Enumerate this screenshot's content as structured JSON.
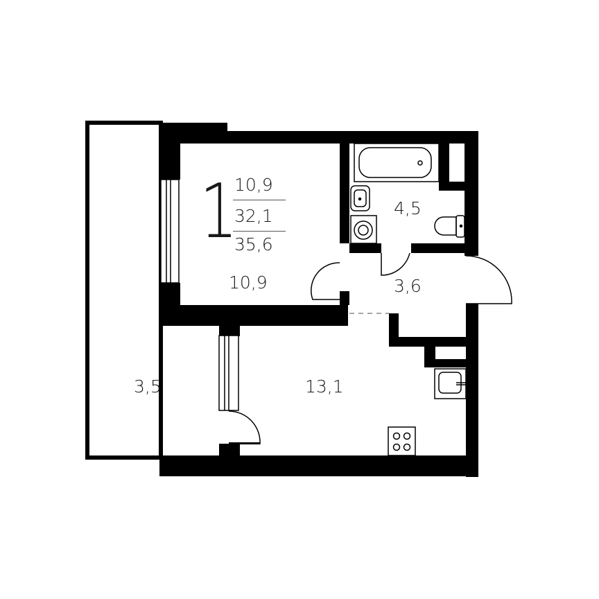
{
  "plan": {
    "room_count": "1",
    "summary": {
      "living_area": "10,9",
      "total_area": "32,1",
      "total_area_with_balcony": "35,6"
    },
    "rooms": [
      {
        "id": "bedroom",
        "area": "10,9"
      },
      {
        "id": "bathroom",
        "area": "4,5"
      },
      {
        "id": "hallway",
        "area": "3,6"
      },
      {
        "id": "kitchen-living",
        "area": "13,1"
      },
      {
        "id": "balcony",
        "area": "3,5"
      }
    ],
    "colors": {
      "wall": "#000000",
      "background": "#ffffff",
      "text": "#1a1a1a"
    }
  }
}
